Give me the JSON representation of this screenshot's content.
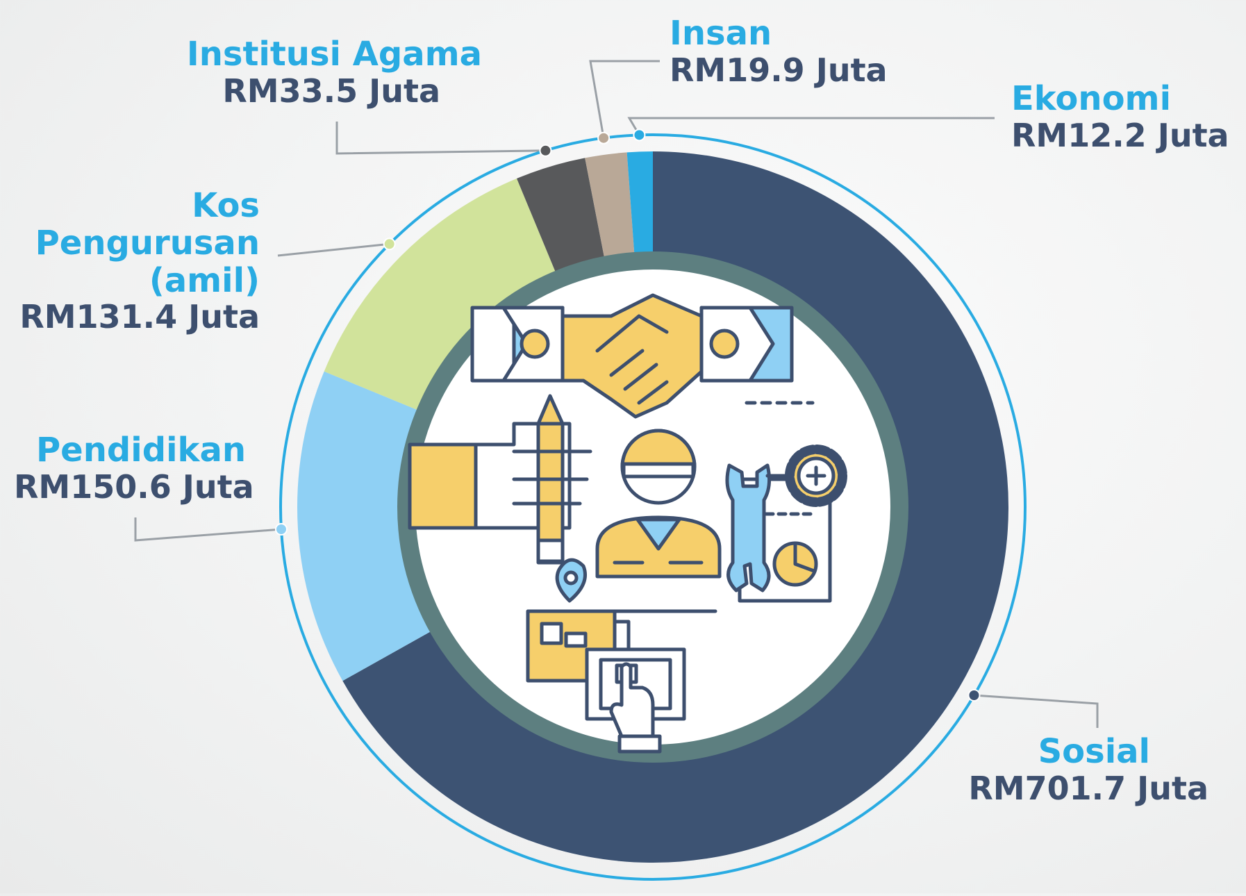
{
  "chart_data": {
    "type": "donut",
    "categories": [
      "Sosial",
      "Pendidikan",
      "Kos Pengurusan (amil)",
      "Institusi Agama",
      "Insan",
      "Ekonomi"
    ],
    "series": [
      {
        "values": [
          701.7,
          150.6,
          131.4,
          33.5,
          19.9,
          12.2
        ]
      }
    ],
    "labels": [
      {
        "name": "Sosial",
        "value_text": "RM701.7 Juta"
      },
      {
        "name": "Pendidikan",
        "value_text": "RM150.6 Juta"
      },
      {
        "name": "Kos Pengurusan (amil)",
        "name_lines": [
          "Kos",
          "Pengurusan",
          "(amil)"
        ],
        "value_text": "RM131.4 Juta"
      },
      {
        "name": "Institusi Agama",
        "value_text": "RM33.5 Juta"
      },
      {
        "name": "Insan",
        "value_text": "RM19.9 Juta"
      },
      {
        "name": "Ekonomi",
        "value_text": "RM12.2 Juta"
      }
    ],
    "colors": [
      "#3d5373",
      "#8fd0f4",
      "#d1e39b",
      "#58595b",
      "#b9a897",
      "#29abe2"
    ],
    "outer_ring_color": "#29abe2",
    "inner_ring_color": "#5d7f80",
    "icon_palette": {
      "fill": "#f6cf6b",
      "stroke": "#3d4f6e",
      "accent": "#8fd0f4"
    },
    "center_icons": [
      "handshake-icon",
      "hand-pencil-icon",
      "worker-icon",
      "wrench-gear-icon",
      "map-pin-icon",
      "tablet-touch-icon"
    ],
    "xlabel": "",
    "ylabel": ""
  }
}
